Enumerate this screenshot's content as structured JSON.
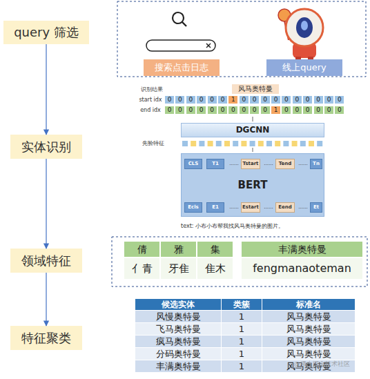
{
  "diagram": {
    "nodes": [
      {
        "text": [
          "query 筛选"
        ]
      },
      {
        "text": [
          "实体识别"
        ]
      },
      {
        "text": [
          "领域特征"
        ]
      },
      {
        "text": [
          "特征聚类"
        ]
      },
      {
        "text": [
          "搜索点击日志"
        ]
      },
      {
        "text": [
          "线上query"
        ]
      },
      {
        "text": [
          "DGCNN"
        ]
      },
      {
        "text": [
          "BERT"
        ]
      },
      {
        "text": [
          "CLS"
        ],
        "in": 7
      },
      {
        "text": [
          "T1"
        ],
        "in": 7
      },
      {
        "text": [
          "Tstart"
        ],
        "in": 7
      },
      {
        "text": [
          "Tend"
        ],
        "in": 7
      },
      {
        "text": [
          "Tn"
        ],
        "in": 7
      },
      {
        "text": [
          "Ecls"
        ],
        "in": 7
      },
      {
        "text": [
          "E1"
        ],
        "in": 7
      },
      {
        "text": [
          "Estart"
        ],
        "in": 7
      },
      {
        "text": [
          "Eend"
        ],
        "in": 7
      },
      {
        "text": [
          "Et"
        ],
        "in": 7
      }
    ],
    "edges": [
      {
        "from": 0,
        "to": 1,
        "arrow": "to"
      },
      {
        "from": 1,
        "to": 2,
        "arrow": "to"
      },
      {
        "from": 2,
        "to": 3,
        "arrow": "to"
      }
    ],
    "labels": [
      "识别结果",
      "风马奥特曼",
      "start idx",
      "0",
      "0",
      "0",
      "0",
      "0",
      "0",
      "1",
      "0",
      "0",
      "0",
      "0",
      "0",
      "0",
      "0",
      "0",
      "0",
      "0",
      "end idx",
      "0",
      "0",
      "0",
      "0",
      "0",
      "0",
      "0",
      "0",
      "0",
      "0",
      "1",
      "0",
      "0",
      "0",
      "0",
      "0",
      "0",
      "先验特征",
      "......",
      "......",
      "......",
      "......",
      "......",
      "......",
      "text: 小布小布帮我找风马奥特曼的图片。",
      "倩",
      "雅",
      "集",
      "亻青",
      "牙隹",
      "隹木",
      "丰满奥特曼",
      "fengmanaoteman",
      "候选实体",
      "类簇",
      "标准名",
      "风慢奥特曼",
      "1",
      "风马奥特曼",
      "飞马奥特曼",
      "1",
      "风马奥特曼",
      "疯马奥特曼",
      "1",
      "风马奥特曼",
      "分码奥特曼",
      "1",
      "风马奥特曼",
      "丰满奥特曼",
      "1",
      "风马奥特曼",
      "@稀土掘金技术社区"
    ]
  }
}
